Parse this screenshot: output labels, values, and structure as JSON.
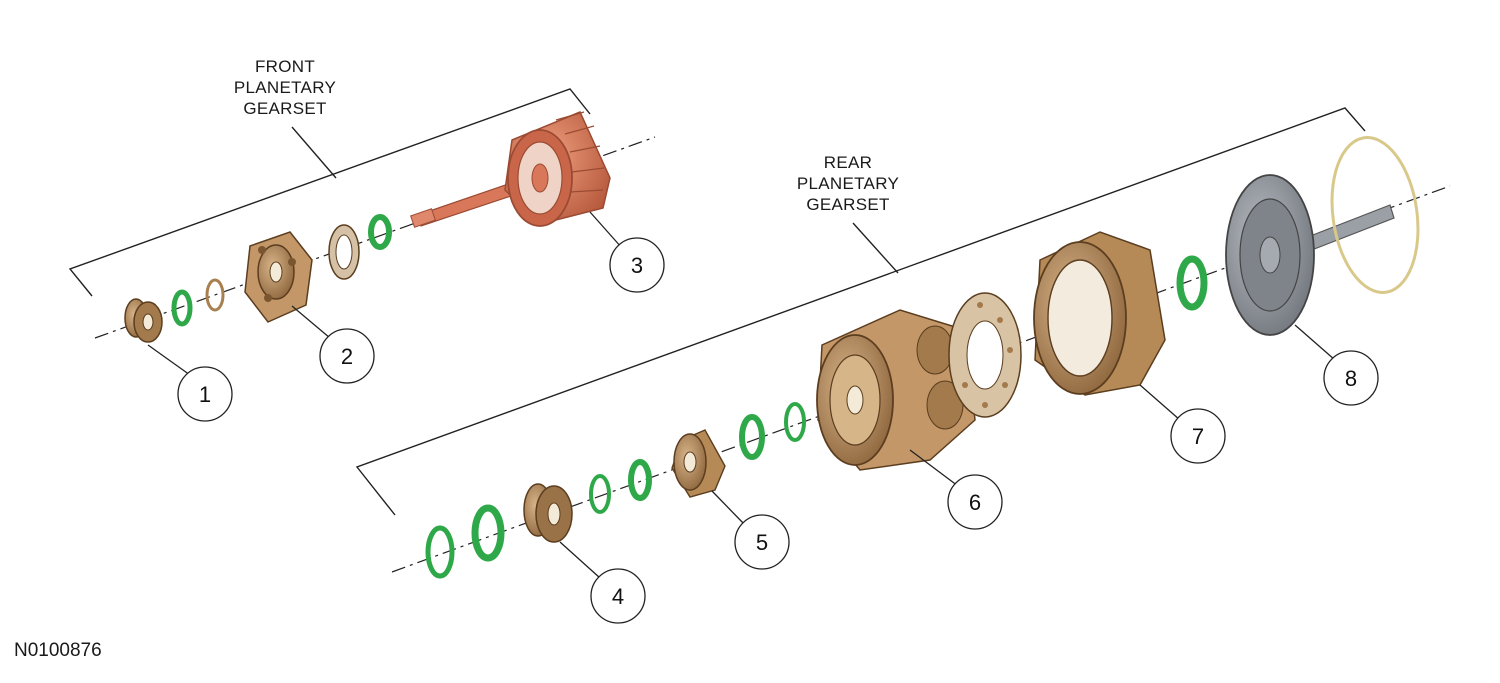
{
  "groups": {
    "front": [
      "FRONT",
      "PLANETARY",
      "GEARSET"
    ],
    "rear": [
      "REAR",
      "PLANETARY",
      "GEARSET"
    ]
  },
  "callouts": [
    "1",
    "2",
    "3",
    "4",
    "5",
    "6",
    "7",
    "8"
  ],
  "figure_id": "N0100876",
  "colors": {
    "bronze": "#b58a57",
    "bronze_dark": "#7a5630",
    "copper": "#d9775a",
    "copper_dark": "#9b4b33",
    "green_ring": "#2fa84a",
    "gray_shaft": "#8a8f96",
    "gold_ring": "#d8c98a"
  }
}
